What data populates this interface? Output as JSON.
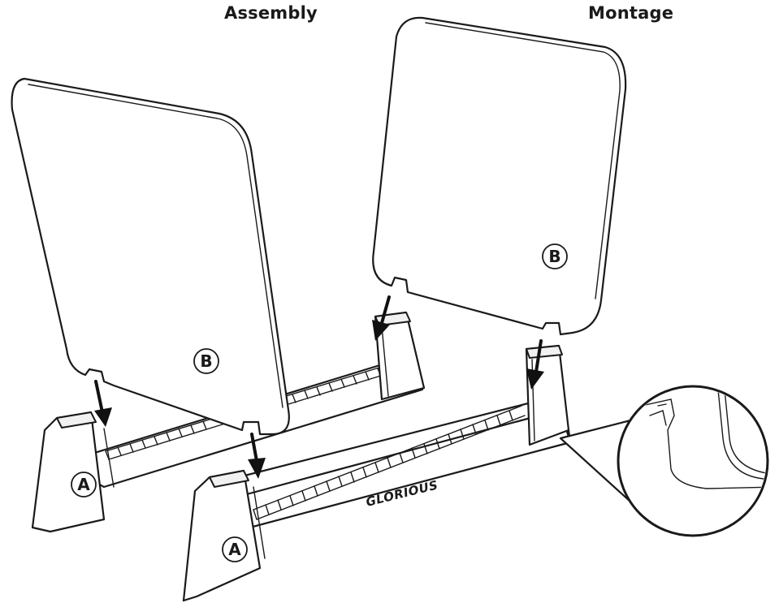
{
  "headings": {
    "left": "Assembly",
    "right": "Montage"
  },
  "part_labels": {
    "base": "A",
    "panel": "B"
  },
  "brand": "GLORIOUS",
  "icons": [
    "arrow-down-icon",
    "magnifier-callout-icon"
  ]
}
